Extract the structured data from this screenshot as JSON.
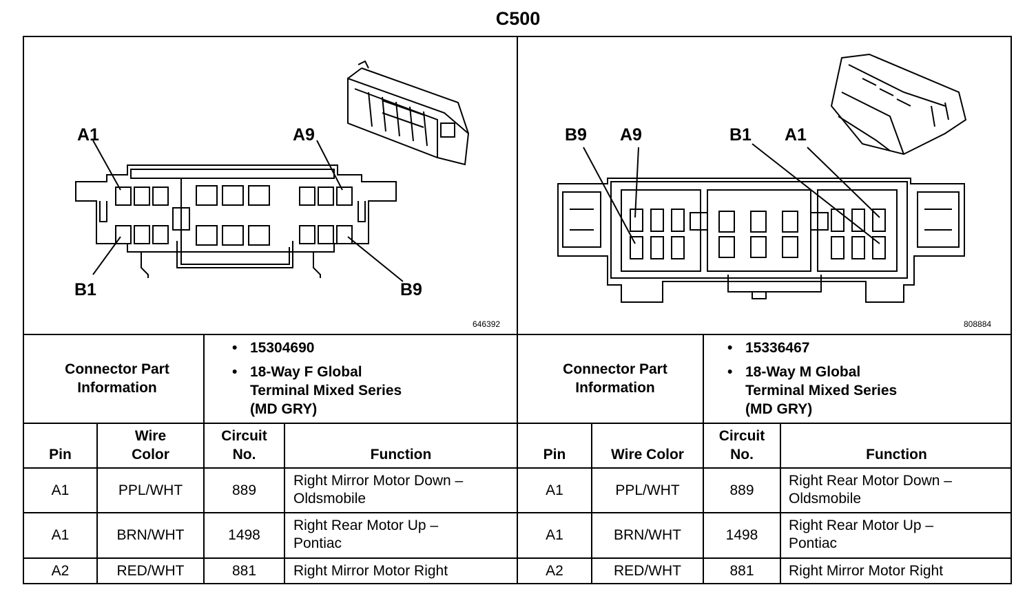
{
  "title": "C500",
  "left": {
    "figure_number": "646392",
    "pin_labels": {
      "a1": "A1",
      "a9": "A9",
      "b1": "B1",
      "b9": "B9"
    },
    "connector_part_information_label": "Connector Part Information",
    "part_number": "15304690",
    "description_line1": "18-Way F Global",
    "description_line2": "Terminal Mixed Series",
    "description_line3": "(MD GRY)",
    "headers": {
      "pin": "Pin",
      "wire_color_1": "Wire",
      "wire_color_2": "Color",
      "circuit_1": "Circuit",
      "circuit_2": "No.",
      "function": "Function"
    },
    "rows": [
      {
        "pin": "A1",
        "wire_color": "PPL/WHT",
        "circuit": "889",
        "function_1": "Right Mirror Motor Down –",
        "function_2": "Oldsmobile"
      },
      {
        "pin": "A1",
        "wire_color": "BRN/WHT",
        "circuit": "1498",
        "function_1": "Right Rear Motor Up –",
        "function_2": "Pontiac"
      },
      {
        "pin": "A2",
        "wire_color": "RED/WHT",
        "circuit": "881",
        "function_1": "Right Mirror Motor Right",
        "function_2": ""
      }
    ]
  },
  "right": {
    "figure_number": "808884",
    "pin_labels": {
      "b9": "B9",
      "a9": "A9",
      "b1": "B1",
      "a1": "A1"
    },
    "connector_part_information_label": "Connector Part Information",
    "part_number": "15336467",
    "description_line1": "18-Way M Global",
    "description_line2": "Terminal Mixed Series",
    "description_line3": "(MD GRY)",
    "headers": {
      "pin": "Pin",
      "wire_color": "Wire Color",
      "circuit_1": "Circuit",
      "circuit_2": "No.",
      "function": "Function"
    },
    "rows": [
      {
        "pin": "A1",
        "wire_color": "PPL/WHT",
        "circuit": "889",
        "function_1": "Right Rear Motor Down –",
        "function_2": "Oldsmobile"
      },
      {
        "pin": "A1",
        "wire_color": "BRN/WHT",
        "circuit": "1498",
        "function_1": "Right Rear Motor Up –",
        "function_2": "Pontiac"
      },
      {
        "pin": "A2",
        "wire_color": "RED/WHT",
        "circuit": "881",
        "function_1": "Right Mirror Motor Right",
        "function_2": ""
      }
    ]
  }
}
